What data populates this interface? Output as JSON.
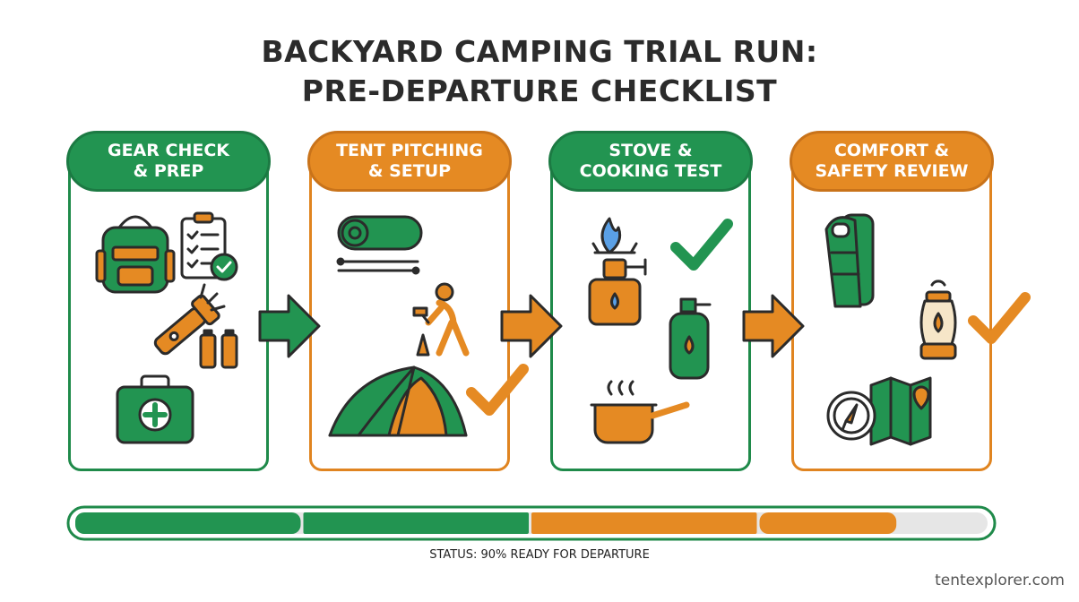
{
  "title_line1": "BACKYARD CAMPING TRIAL RUN:",
  "title_line2": "PRE-DEPARTURE CHECKLIST",
  "stages": [
    {
      "label": "GEAR CHECK\n& PREP",
      "color": "#229451"
    },
    {
      "label": "TENT PITCHING\n& SETUP",
      "color": "#e58a23"
    },
    {
      "label": "STOVE &\nCOOKING TEST",
      "color": "#229451"
    },
    {
      "label": "COMFORT &\nSAFETY REVIEW",
      "color": "#e58a23"
    }
  ],
  "progress": {
    "value": 0.9,
    "segments": [
      "#229451",
      "#229451",
      "#e58a23",
      "#e58a23"
    ]
  },
  "status_text": "STATUS: 90% READY FOR DEPARTURE",
  "brand": "tentexplorer.com",
  "colors": {
    "green": "#229451",
    "orange": "#e58a23",
    "outline": "#2b2b2b"
  }
}
